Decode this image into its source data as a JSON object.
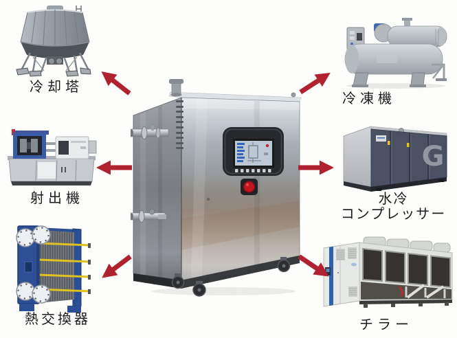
{
  "colors": {
    "background": "#fdfdfc",
    "arrow_red": "#b0222f",
    "label_text": "#1c1c1c",
    "heat_exchanger_blue": "#2e4f96",
    "compressor_panel_blue": "#4a5162",
    "chiller_stripe_blue": "#2f5fae"
  },
  "center_unit": {
    "icon": "stainless-steel-control-unit-photo"
  },
  "equipment": {
    "cooling_tower": {
      "label": "冷却塔",
      "icon": "cooling-tower-photo",
      "position": "top-left",
      "arrow": "up-left"
    },
    "refrigerating_machine": {
      "label": "冷凍機",
      "icon": "refrigerating-machine-photo",
      "position": "top-right",
      "arrow": "up-right"
    },
    "injection_machine": {
      "label": "射出機",
      "icon": "injection-molding-machine-photo",
      "position": "middle-left",
      "arrow": "left"
    },
    "water_cooled_compressor": {
      "label_line1": "水冷",
      "label_line2": "コンプレッサー",
      "badge": "G",
      "icon": "water-cooled-compressor-photo",
      "position": "middle-right",
      "arrow": "right"
    },
    "heat_exchanger": {
      "label": "熱交換器",
      "icon": "plate-heat-exchanger-photo",
      "position": "bottom-left",
      "arrow": "down-left"
    },
    "chiller": {
      "label": "チラー",
      "icon": "air-cooled-chiller-photo",
      "position": "bottom-right",
      "arrow": "down-right"
    }
  }
}
